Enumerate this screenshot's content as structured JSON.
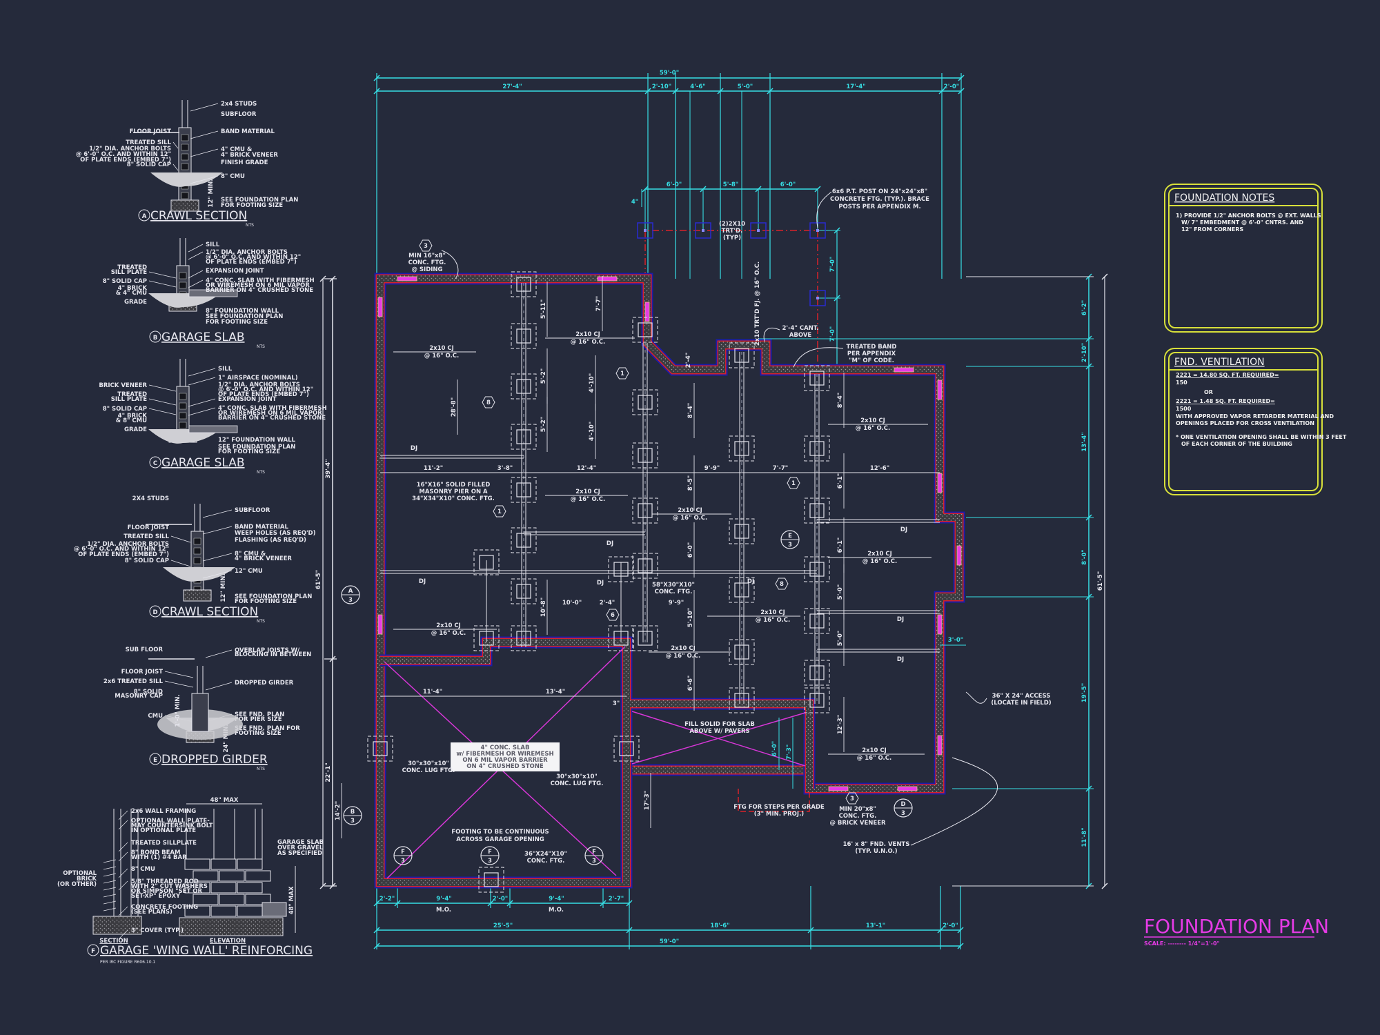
{
  "title": {
    "text": "FOUNDATION PLAN",
    "scale": "SCALE: -------- 1/4\"=1'-0\""
  },
  "colors": {
    "background": "#252a3b",
    "dimension": "#37e0e6",
    "wall_red": "#d8222a",
    "wall_blue": "#1c1ca8",
    "vent": "#e63be6",
    "notes_border": "#d8e03a",
    "text": "#e6e6ee"
  },
  "notes": {
    "foundation": {
      "heading": "FOUNDATION NOTES",
      "lines": [
        "1) PROVIDE 1/2\" ANCHOR BOLTS @ EXT. WALLS",
        "W/ 7\" EMBEDMENT @ 6'-0\" CNTRS. AND",
        "12\" FROM CORNERS"
      ]
    },
    "ventilation": {
      "heading": "FND. VENTILATION",
      "lines": [
        "2221 = 14.80 SQ. FT. REQUIRED=",
        "150",
        "OR",
        "2221 = 1.48 SQ. FT. REQUIRED=",
        "1500",
        "WITH APPROVED VAPOR RETARDER MATERIAL AND",
        "OPENINGS PLACED FOR CROSS VENTILATION",
        "* ONE VENTILATION OPENING SHALL BE WITHIN 3 FEET",
        "OF EACH CORNER OF THE BUILDING"
      ]
    }
  },
  "details": {
    "A": {
      "letter": "A",
      "title": "CRAWL SECTION",
      "nts": "NTS",
      "right": [
        "2x4 STUDS",
        "SUBFLOOR",
        "BAND MATERIAL",
        "4\" CMU &",
        "4\" BRICK VENEER",
        "FINISH GRADE",
        "8\" CMU",
        "SEE FOUNDATION PLAN",
        "FOR FOOTING SIZE"
      ],
      "left": [
        "FLOOR JOIST",
        "TREATED SILL",
        "1/2\" DIA. ANCHOR BOLTS",
        "@ 6'-0\" O.C. AND WITHIN 12\"",
        "OF PLATE ENDS (EMBED 7\")",
        "8\" SOLID CAP"
      ],
      "dim": "12\" MIN."
    },
    "B": {
      "letter": "B",
      "title": "GARAGE SLAB",
      "nts": "NTS",
      "right": [
        "SILL",
        "1/2\" DIA. ANCHOR BOLTS",
        "@ 6'-0\" O.C. AND WITHIN 12\"",
        "OF PLATE ENDS (EMBED 7\")",
        "EXPANSION JOINT",
        "4\" CONC. SLAB WITH FIBERMESH",
        "OR WIREMESH ON 6 MIL VAPOR",
        "BARRIER ON 4\" CRUSHED STONE",
        "8\" FOUNDATION WALL",
        "SEE FOUNDATION PLAN",
        "FOR FOOTING SIZE"
      ],
      "left": [
        "TREATED",
        "SILL PLATE",
        "8\" SOLID CAP",
        "4\" BRICK",
        "& 4\" CMU",
        "GRADE"
      ]
    },
    "C": {
      "letter": "C",
      "title": "GARAGE SLAB",
      "nts": "NTS",
      "right": [
        "SILL",
        "1\" AIRSPACE (NOMINAL)",
        "1/2\" DIA. ANCHOR BOLTS",
        "@ 6'-0\" O.C. AND WITHIN 12\"",
        "OF PLATE ENDS (EMBED 7\")",
        "EXPANSION JOINT",
        "4\" CONC. SLAB WITH FIBERMESH",
        "OR WIREMESH ON 6 MIL VAPOR",
        "BARRIER ON 4\" CRUSHED STONE",
        "12\" FOUNDATION WALL",
        "SEE FOUNDATION PLAN",
        "FOR FOOTING SIZE"
      ],
      "left": [
        "BRICK VENEER",
        "TREATED",
        "SILL PLATE",
        "8\" SOLID CAP",
        "4\" BRICK",
        "& 8\" CMU",
        "GRADE"
      ]
    },
    "D": {
      "letter": "D",
      "title": "CRAWL SECTION",
      "nts": "NTS",
      "right": [
        "SUBFLOOR",
        "BAND MATERIAL",
        "WEEP HOLES (AS REQ'D)",
        "FLASHING (AS REQ'D)",
        "8\" CMU &",
        "4\" BRICK VENEER",
        "12\" CMU",
        "SEE FOUNDATION PLAN",
        "FOR FOOTING SIZE"
      ],
      "left": [
        "2X4 STUDS",
        "FLOOR JOIST",
        "TREATED SILL",
        "1/2\" DIA. ANCHOR BOLTS",
        "@ 6'-0\" O.C. AND WITHIN 12\"",
        "OF PLATE ENDS (EMBED 7\")",
        "8\" SOLID CAP"
      ],
      "dim": "12\" MIN."
    },
    "E": {
      "letter": "E",
      "title": "DROPPED GIRDER",
      "nts": "NTS",
      "right": [
        "OVERLAP JOISTS W/",
        "BLOCKING IN BETWEEN",
        "DROPPED GIRDER",
        "SEE FND. PLAN",
        "FOR PIER SIZE",
        "SEE FND. PLAN FOR",
        "FOOTING SIZE"
      ],
      "left": [
        "SUB FLOOR",
        "FLOOR JOIST",
        "2x6 TREATED SILL",
        "8\" SOLID",
        "MASONRY CAP",
        "CMU"
      ],
      "dim": "24\" MIN.",
      "dim2": "1'-0\" MIN."
    },
    "F": {
      "letter": "F",
      "title": "GARAGE 'WING WALL' REINFORCING",
      "subtitle": "PER IRC FIGURE R606.10.1",
      "section": "SECTION",
      "elevation": "ELEVATION",
      "max_top": "48\" MAX",
      "max_side": "48\" MAX",
      "callouts": [
        "2x6 WALL FRAMING",
        "OPTIONAL WALL PLATE-",
        "MAY COUNTERSINK BOLT",
        "IN OPTIONAL PLATE",
        "TREATED SILLPLATE",
        "8\" BOND BEAM",
        "WITH (1) #4 BAR",
        "8\" CMU",
        "5/8\" THREADED ROD",
        "WITH 2\" CUT WASHERS",
        "OR SIMPSON \"SET OR",
        "SET-XP\" EPOXY",
        "CONCRETE FOOTING",
        "(SEE PLANS)",
        "3\" COVER (TYP.)"
      ],
      "left": [
        "OPTIONAL",
        "BRICK",
        "(OR OTHER)"
      ],
      "right": [
        "GARAGE SLAB",
        "OVER GRAVEL",
        "AS SPECIFIED"
      ]
    }
  },
  "dimensions": {
    "top_overall": "59'-0\"",
    "top": [
      "27'-4\"",
      "2'-10\"",
      "4'-6\"",
      "5'-0\"",
      "17'-4\"",
      "2'-0\""
    ],
    "porch": [
      "6'-0\"",
      "5'-8\"",
      "6'-0\"",
      "4\"",
      "7'-0\"",
      "7'-0\""
    ],
    "bottom_overall": "59'-0\"",
    "bottom": [
      "25'-5\"",
      "18'-6\"",
      "13'-1\"",
      "2'-0\""
    ],
    "garage": [
      "2'-2\"",
      "9'-4\"",
      "2'-0\"",
      "9'-4\"",
      "2'-7\""
    ],
    "mo": "M.O.",
    "left_overall": "61'-5\"",
    "left": [
      "39'-4\"",
      "22'-1\""
    ],
    "right_overall": "61'-5\"",
    "right": [
      "6'-2\"",
      "2'-10\"",
      "13'-4\"",
      "8'-0\"",
      "19'-5\"",
      "11'-8\""
    ],
    "interior": [
      "11'-2\"",
      "3'-8\"",
      "12'-4\"",
      "9'-9\"",
      "7'-7\"",
      "12'-6\"",
      "11'-4\"",
      "13'-4\"",
      "10'-0\"",
      "2'-4\"",
      "9'-9\"",
      "28'-8\"",
      "5'-11\"",
      "5'-2\"",
      "5'-2\"",
      "7'-7\"",
      "4'-10\"",
      "4'-10\"",
      "8'-4\"",
      "8'-5\"",
      "6'-0\"",
      "5'-10\"",
      "6'-6\"",
      "8'-4\"",
      "6'-1\"",
      "6'-1\"",
      "5'-0\"",
      "5'-0\"",
      "12'-3\"",
      "10'-8\"",
      "14'-2\"",
      "17'-3\"",
      "3'-0\"",
      "3\"",
      "2'-4\"",
      "6'-0\"",
      "7'-3\""
    ]
  },
  "plan": {
    "joist": [
      "2x10 CJ",
      "@ 16\" O.C."
    ],
    "dj": "DJ",
    "post_note": [
      "6x6 P.T. POST ON 24\"x24\"x8\"",
      "CONCRETE FTG. (TYP.). BRACE",
      "POSTS PER APPENDIX M."
    ],
    "trtd": [
      "(2)2X10",
      "TRT'D.",
      "(TYP)"
    ],
    "fj": "2x10 TRT'D FJ. @ 16\" O.C.",
    "cant": [
      "2'-4\" CANT.",
      "ABOVE"
    ],
    "band": [
      "TREATED BAND",
      "PER APPENDIX",
      "\"M\" OF CODE."
    ],
    "siding_ftg": [
      "MIN 16\"x8\"",
      "CONC. FTG.",
      "@ SIDING"
    ],
    "pier": [
      "16\"X16\" SOLID FILLED",
      "MASONRY PIER ON A",
      "34\"X34\"X10\" CONC. FTG."
    ],
    "ftg58": [
      "58\"X30\"X10\"",
      "CONC. FTG."
    ],
    "fill": [
      "FILL SOLID FOR SLAB",
      "ABOVE W/ PAVERS"
    ],
    "slab": [
      "4\" CONC. SLAB",
      "w/ FIBERMESH OR WIREMESH",
      "ON 6 MIL VAPOR BARRIER",
      "ON 4\" CRUSHED STONE"
    ],
    "lug": [
      "30\"x30\"x10\"",
      "CONC. LUG FTG."
    ],
    "continuous": [
      "FOOTING TO BE CONTINUOUS",
      "ACROSS GARAGE OPENING"
    ],
    "ftg36": [
      "36\"X24\"X10\"",
      "CONC. FTG."
    ],
    "steps": [
      "FTG FOR STEPS PER GRADE",
      "(3\" MIN. PROJ.)"
    ],
    "brick_ftg": [
      "MIN 20\"x8\"",
      "CONC. FTG.",
      "@ BRICK VENEER"
    ],
    "vents": [
      "16' x 8\" FND. VENTS",
      "(TYP. U.N.O.)"
    ],
    "access": [
      "36\" X 24\" ACCESS",
      "(LOCATE IN FIELD)"
    ],
    "tags": [
      "3",
      "1",
      "1",
      "1",
      "8",
      "8",
      "6",
      "3"
    ],
    "markers": [
      {
        "top": "A",
        "bot": "3"
      },
      {
        "top": "B",
        "bot": "3"
      },
      {
        "top": "E",
        "bot": "3"
      },
      {
        "top": "D",
        "bot": "3"
      },
      {
        "top": "F",
        "bot": "3"
      },
      {
        "top": "F",
        "bot": "3"
      },
      {
        "top": "F",
        "bot": "3"
      }
    ]
  }
}
